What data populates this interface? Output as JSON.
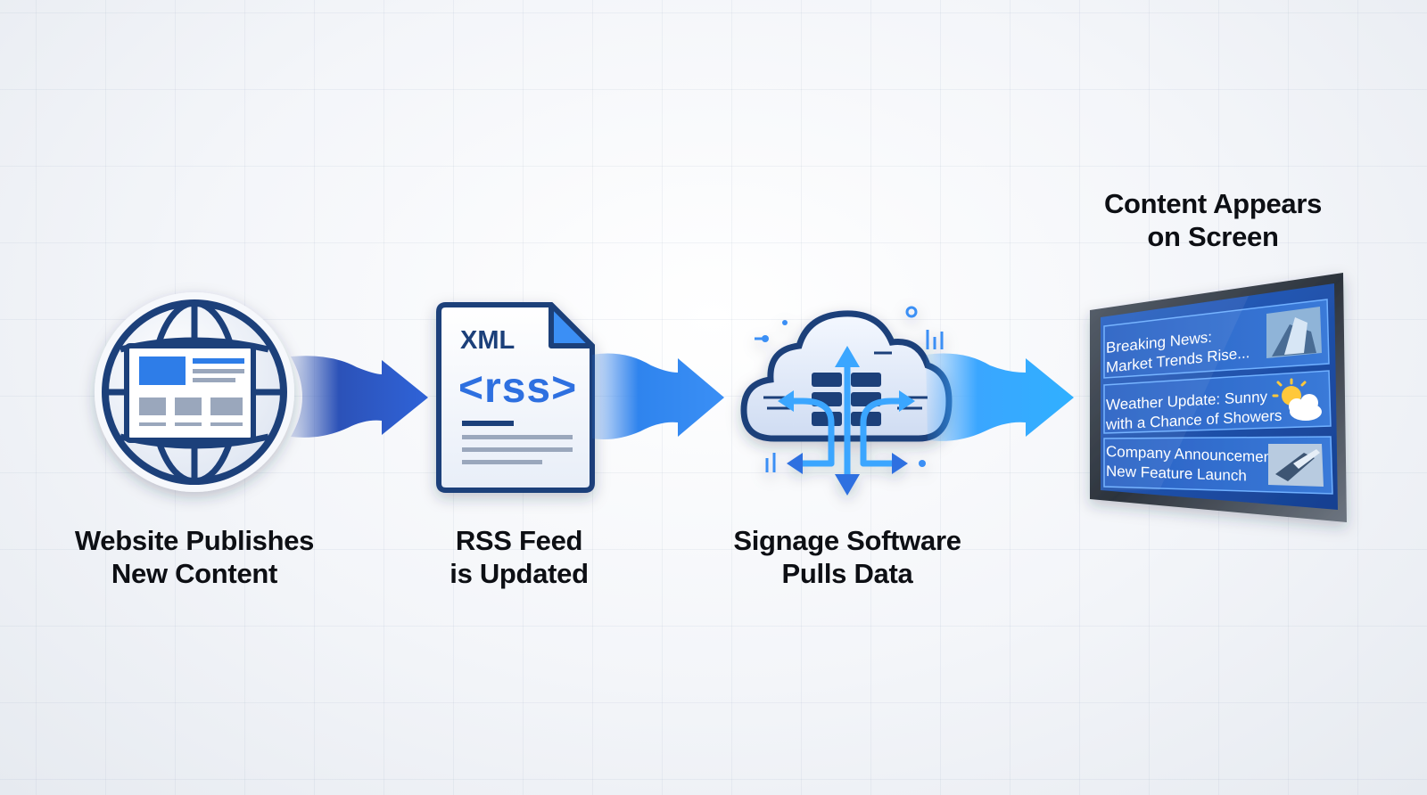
{
  "steps": [
    {
      "line1": "Website Publishes",
      "line2": "New Content",
      "icon": "globe-webpage-icon"
    },
    {
      "line1": "RSS Feed",
      "line2": "is Updated",
      "icon": "rss-document-icon"
    },
    {
      "line1": "Signage Software",
      "line2": "Pulls Data",
      "icon": "cloud-sync-icon"
    },
    {
      "line1": "Content Appears",
      "line2": "on Screen",
      "icon": "display-screen-icon"
    }
  ],
  "document": {
    "tag": "XML",
    "code": "<rss>"
  },
  "screen": {
    "items": [
      {
        "line1": "Breaking News:",
        "line2": "Market Trends Rise...",
        "thumb": "building-thumbnail"
      },
      {
        "line1": "Weather Update: Sunny",
        "line2": "with a Chance of Showers",
        "thumb": "sun-cloud-icon"
      },
      {
        "line1": "Company Announcement:",
        "line2": "New Feature Launch",
        "thumb": "laptop-thumbnail"
      }
    ]
  },
  "colors": {
    "navy": "#1f3f7a",
    "blue": "#2f6fe0",
    "light_blue": "#3fa4ff",
    "text": "#0d0f14"
  }
}
